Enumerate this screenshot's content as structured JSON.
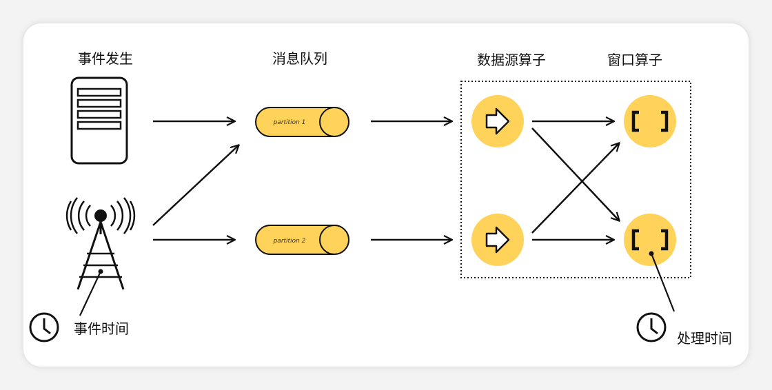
{
  "stages": {
    "events": "事件发生",
    "queue": "消息队列",
    "source_op": "数据源算子",
    "window_op": "窗口算子"
  },
  "partitions": [
    "partition 1",
    "partition 2"
  ],
  "time_labels": {
    "event_time": "事件时间",
    "processing_time": "处理时间"
  },
  "colors": {
    "accent_yellow": "#ffd25a",
    "ink": "#111111"
  }
}
